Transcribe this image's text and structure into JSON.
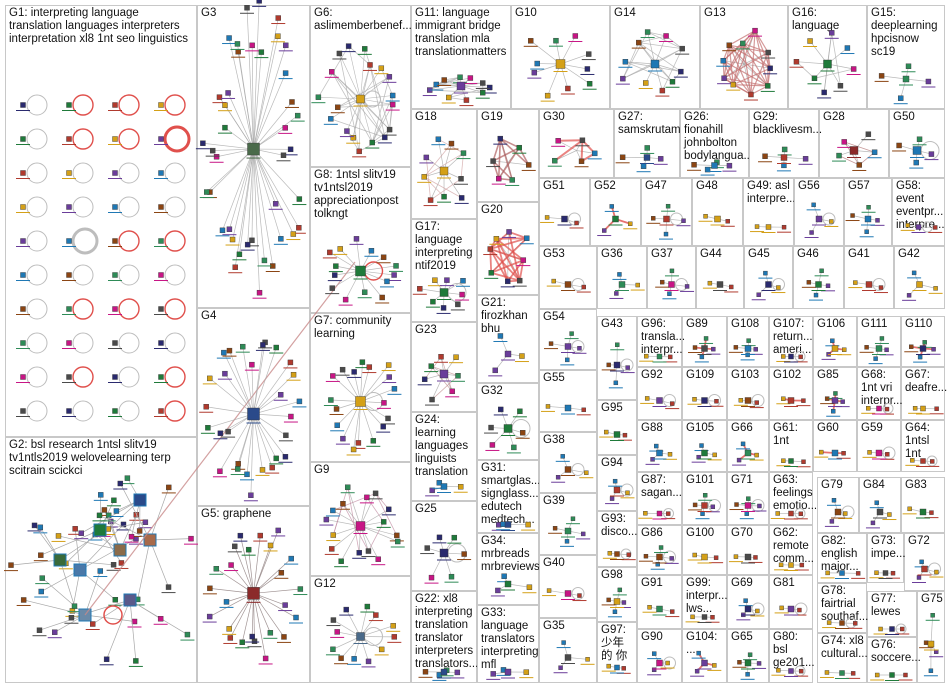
{
  "groups": [
    {
      "id": "G1",
      "title": "G1: interpreting language translation languages interpreters interpretation xl8 1nt seo linguistics"
    },
    {
      "id": "G2",
      "title": "G2: bsl research 1ntsl slitv19 tv1ntls2019 welovelearning terp scitrain scickci"
    },
    {
      "id": "G3",
      "title": "G3"
    },
    {
      "id": "G4",
      "title": "G4"
    },
    {
      "id": "G5",
      "title": "G5: graphene"
    },
    {
      "id": "G6",
      "title": "G6: aslimemberbenef..."
    },
    {
      "id": "G7",
      "title": "G7: community learning"
    },
    {
      "id": "G8",
      "title": "G8: 1ntsl slitv19 tv1ntsl2019 appreciationpost tolkngt"
    },
    {
      "id": "G9",
      "title": "G9"
    },
    {
      "id": "G10",
      "title": "G10"
    },
    {
      "id": "G11",
      "title": "G11: language immigrant bridge translation mla translationmatters"
    },
    {
      "id": "G12",
      "title": "G12"
    },
    {
      "id": "G13",
      "title": "G13"
    },
    {
      "id": "G14",
      "title": "G14"
    },
    {
      "id": "G15",
      "title": "G15: deeplearning hpcisnow sc19"
    },
    {
      "id": "G16",
      "title": "G16: language"
    },
    {
      "id": "G17",
      "title": "G17: language interpreting ntif2019"
    },
    {
      "id": "G18",
      "title": "G18"
    },
    {
      "id": "G19",
      "title": "G19"
    },
    {
      "id": "G20",
      "title": "G20"
    },
    {
      "id": "G21",
      "title": "G21: firozkhan bhu"
    },
    {
      "id": "G22",
      "title": "G22: xl8 interpreting translation translator interpreters translators..."
    },
    {
      "id": "G23",
      "title": "G23"
    },
    {
      "id": "G24",
      "title": "G24: learning languages linguists translation"
    },
    {
      "id": "G25",
      "title": "G25"
    },
    {
      "id": "G26",
      "title": "G26: fionahill johnbolton bodylangua..."
    },
    {
      "id": "G27",
      "title": "G27: samskrutam"
    },
    {
      "id": "G28",
      "title": "G28"
    },
    {
      "id": "G29",
      "title": "G29: blacklivesm..."
    },
    {
      "id": "G30",
      "title": "G30"
    },
    {
      "id": "G31",
      "title": "G31: smartglas... signglass... edutech medtech..."
    },
    {
      "id": "G32",
      "title": "G32"
    },
    {
      "id": "G33",
      "title": "G33: language translators interpreting mfl"
    },
    {
      "id": "G34",
      "title": "G34: mrbreads mrbreviews"
    },
    {
      "id": "G35",
      "title": "G35"
    },
    {
      "id": "G36",
      "title": "G36"
    },
    {
      "id": "G37",
      "title": "G37"
    },
    {
      "id": "G38",
      "title": "G38"
    },
    {
      "id": "G39",
      "title": "G39"
    },
    {
      "id": "G40",
      "title": "G40"
    },
    {
      "id": "G41",
      "title": "G41"
    },
    {
      "id": "G42",
      "title": "G42"
    },
    {
      "id": "G43",
      "title": "G43"
    },
    {
      "id": "G44",
      "title": "G44"
    },
    {
      "id": "G45",
      "title": "G45"
    },
    {
      "id": "G46",
      "title": "G46"
    },
    {
      "id": "G47",
      "title": "G47"
    },
    {
      "id": "G48",
      "title": "G48"
    },
    {
      "id": "G49",
      "title": "G49: asl interpre..."
    },
    {
      "id": "G50",
      "title": "G50"
    },
    {
      "id": "G51",
      "title": "G51"
    },
    {
      "id": "G52",
      "title": "G52"
    },
    {
      "id": "G53",
      "title": "G53"
    },
    {
      "id": "G54",
      "title": "G54"
    },
    {
      "id": "G55",
      "title": "G55"
    },
    {
      "id": "G56",
      "title": "G56"
    },
    {
      "id": "G57",
      "title": "G57"
    },
    {
      "id": "G58",
      "title": "G58: event eventpr... interpre..."
    },
    {
      "id": "G59",
      "title": "G59"
    },
    {
      "id": "G60",
      "title": "G60"
    },
    {
      "id": "G61",
      "title": "G61: 1nt"
    },
    {
      "id": "G62",
      "title": "G62: remote comm..."
    },
    {
      "id": "G63",
      "title": "G63: feelings emotio..."
    },
    {
      "id": "G64",
      "title": "G64: 1ntsl 1nt"
    },
    {
      "id": "G65",
      "title": "G65"
    },
    {
      "id": "G66",
      "title": "G66"
    },
    {
      "id": "G67",
      "title": "G67: deafre..."
    },
    {
      "id": "G68",
      "title": "G68: 1nt vri interpr..."
    },
    {
      "id": "G69",
      "title": "G69"
    },
    {
      "id": "G70",
      "title": "G70"
    },
    {
      "id": "G71",
      "title": "G71"
    },
    {
      "id": "G72",
      "title": "G72"
    },
    {
      "id": "G73",
      "title": "G73: impe..."
    },
    {
      "id": "G74",
      "title": "G74: xl8 cultural..."
    },
    {
      "id": "G75",
      "title": "G75"
    },
    {
      "id": "G76",
      "title": "G76: soccere..."
    },
    {
      "id": "G77",
      "title": "G77: lewes"
    },
    {
      "id": "G78",
      "title": "G78: fairtrial southaf..."
    },
    {
      "id": "G79",
      "title": "G79"
    },
    {
      "id": "G80",
      "title": "G80: bsl ge201..."
    },
    {
      "id": "G81",
      "title": "G81"
    },
    {
      "id": "G82",
      "title": "G82: english major..."
    },
    {
      "id": "G83",
      "title": "G83"
    },
    {
      "id": "G84",
      "title": "G84"
    },
    {
      "id": "G85",
      "title": "G85"
    },
    {
      "id": "G86",
      "title": "G86"
    },
    {
      "id": "G87",
      "title": "G87: sagan..."
    },
    {
      "id": "G88",
      "title": "G88"
    },
    {
      "id": "G89",
      "title": "G89"
    },
    {
      "id": "G90",
      "title": "G90"
    },
    {
      "id": "G91",
      "title": "G91"
    },
    {
      "id": "G92",
      "title": "G92"
    },
    {
      "id": "G93",
      "title": "G93: disco..."
    },
    {
      "id": "G94",
      "title": "G94"
    },
    {
      "id": "G95",
      "title": "G95"
    },
    {
      "id": "G96",
      "title": "G96: transla... interpr..."
    },
    {
      "id": "G97",
      "title": "G97: 少年的 你"
    },
    {
      "id": "G98",
      "title": "G98"
    },
    {
      "id": "G99",
      "title": "G99: interpr... lws..."
    },
    {
      "id": "G100",
      "title": "G100"
    },
    {
      "id": "G101",
      "title": "G101"
    },
    {
      "id": "G102",
      "title": "G102"
    },
    {
      "id": "G103",
      "title": "G103"
    },
    {
      "id": "G104",
      "title": "G104: ..."
    },
    {
      "id": "G105",
      "title": "G105"
    },
    {
      "id": "G106",
      "title": "G106"
    },
    {
      "id": "G107",
      "title": "G107: return... ameri..."
    },
    {
      "id": "G108",
      "title": "G108"
    },
    {
      "id": "G109",
      "title": "G109"
    },
    {
      "id": "G110",
      "title": "G110"
    },
    {
      "id": "G111",
      "title": "G111"
    }
  ],
  "colors": {
    "box_border": "#c8c8c8",
    "edge_gray": "#a8a8a8",
    "edge_red": "#e0504c",
    "loop_gray": "#bdbdbd",
    "vertex_palette": [
      "#2a2a6e",
      "#1f7a3a",
      "#b03a2e",
      "#d4a017",
      "#6a3d9a",
      "#1f78b4",
      "#8b4513",
      "#2e8b57",
      "#c71585",
      "#4a4a4a"
    ]
  }
}
